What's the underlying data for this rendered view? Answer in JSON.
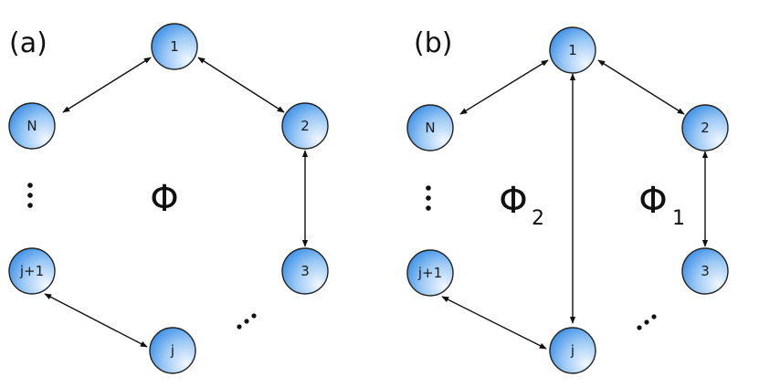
{
  "panels": [
    {
      "label": "(a)",
      "nodes": [
        "1",
        "N",
        "2",
        "3",
        "j+1",
        "j"
      ],
      "flux": {
        "symbol": "Φ",
        "subscript": ""
      }
    },
    {
      "label": "(b)",
      "nodes": [
        "1",
        "N",
        "2",
        "3",
        "j+1",
        "j"
      ],
      "flux": [
        {
          "symbol": "Φ",
          "subscript": "2"
        },
        {
          "symbol": "Φ",
          "subscript": "1"
        }
      ]
    }
  ],
  "colors": {
    "node_fill_light": "#f0f7ff",
    "node_fill_dark": "#3b8fe6",
    "stroke": "#111111"
  }
}
